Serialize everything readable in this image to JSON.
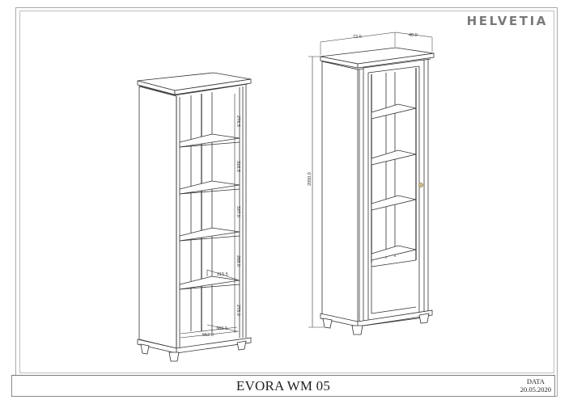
{
  "brand": {
    "name": "HELVETIA"
  },
  "title_block": {
    "model": "EVORA WM 05",
    "date_label": "DATA",
    "date_value": "20.05.2020"
  },
  "views": {
    "open_bookcase": {
      "description": "Interior view, door removed, shelves visible",
      "dimensions": {
        "shelf_gap_1": "278.5",
        "shelf_gap_2": "316.5",
        "shelf_gap_3": "337.0",
        "shelf_gap_4": "268.0",
        "shelf_gap_5": "278.0",
        "shelf_depth_upper": "315.5",
        "inner_depth": "360.0",
        "inner_width": "552.0"
      }
    },
    "closed_cabinet": {
      "description": "Glass door cabinet with knob",
      "dimensions": {
        "width": "72.0",
        "depth": "40.0",
        "height": "2050.0"
      },
      "knob_color": "#c9b98a"
    }
  },
  "colors": {
    "line": "#333333",
    "frame": "#a8a8a8",
    "brand": "#7a7a7a"
  }
}
